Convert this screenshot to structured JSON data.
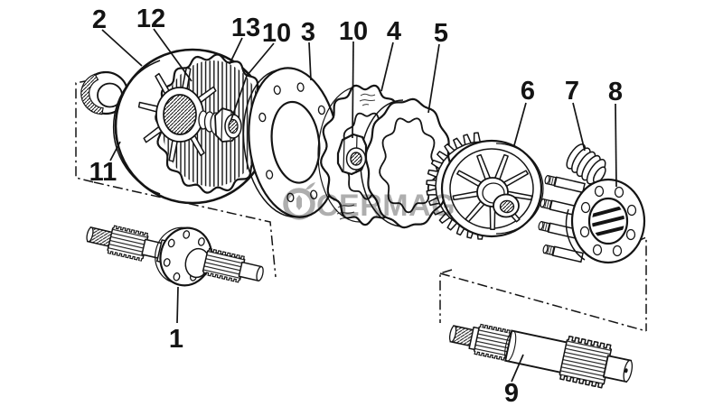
{
  "diagram": {
    "type": "exploded-parts-diagram",
    "background_color": "#ffffff",
    "line_color": "#141414",
    "watermark": {
      "text": "CERMAG",
      "color": "#8f8f8f"
    },
    "callouts": {
      "c1": "1",
      "c2": "2",
      "c3": "3",
      "c4": "4",
      "c5": "5",
      "c6": "6",
      "c7": "7",
      "c8": "8",
      "c9": "9",
      "c10a": "10",
      "c10b": "10",
      "c11": "11",
      "c12": "12",
      "c13": "13"
    }
  }
}
